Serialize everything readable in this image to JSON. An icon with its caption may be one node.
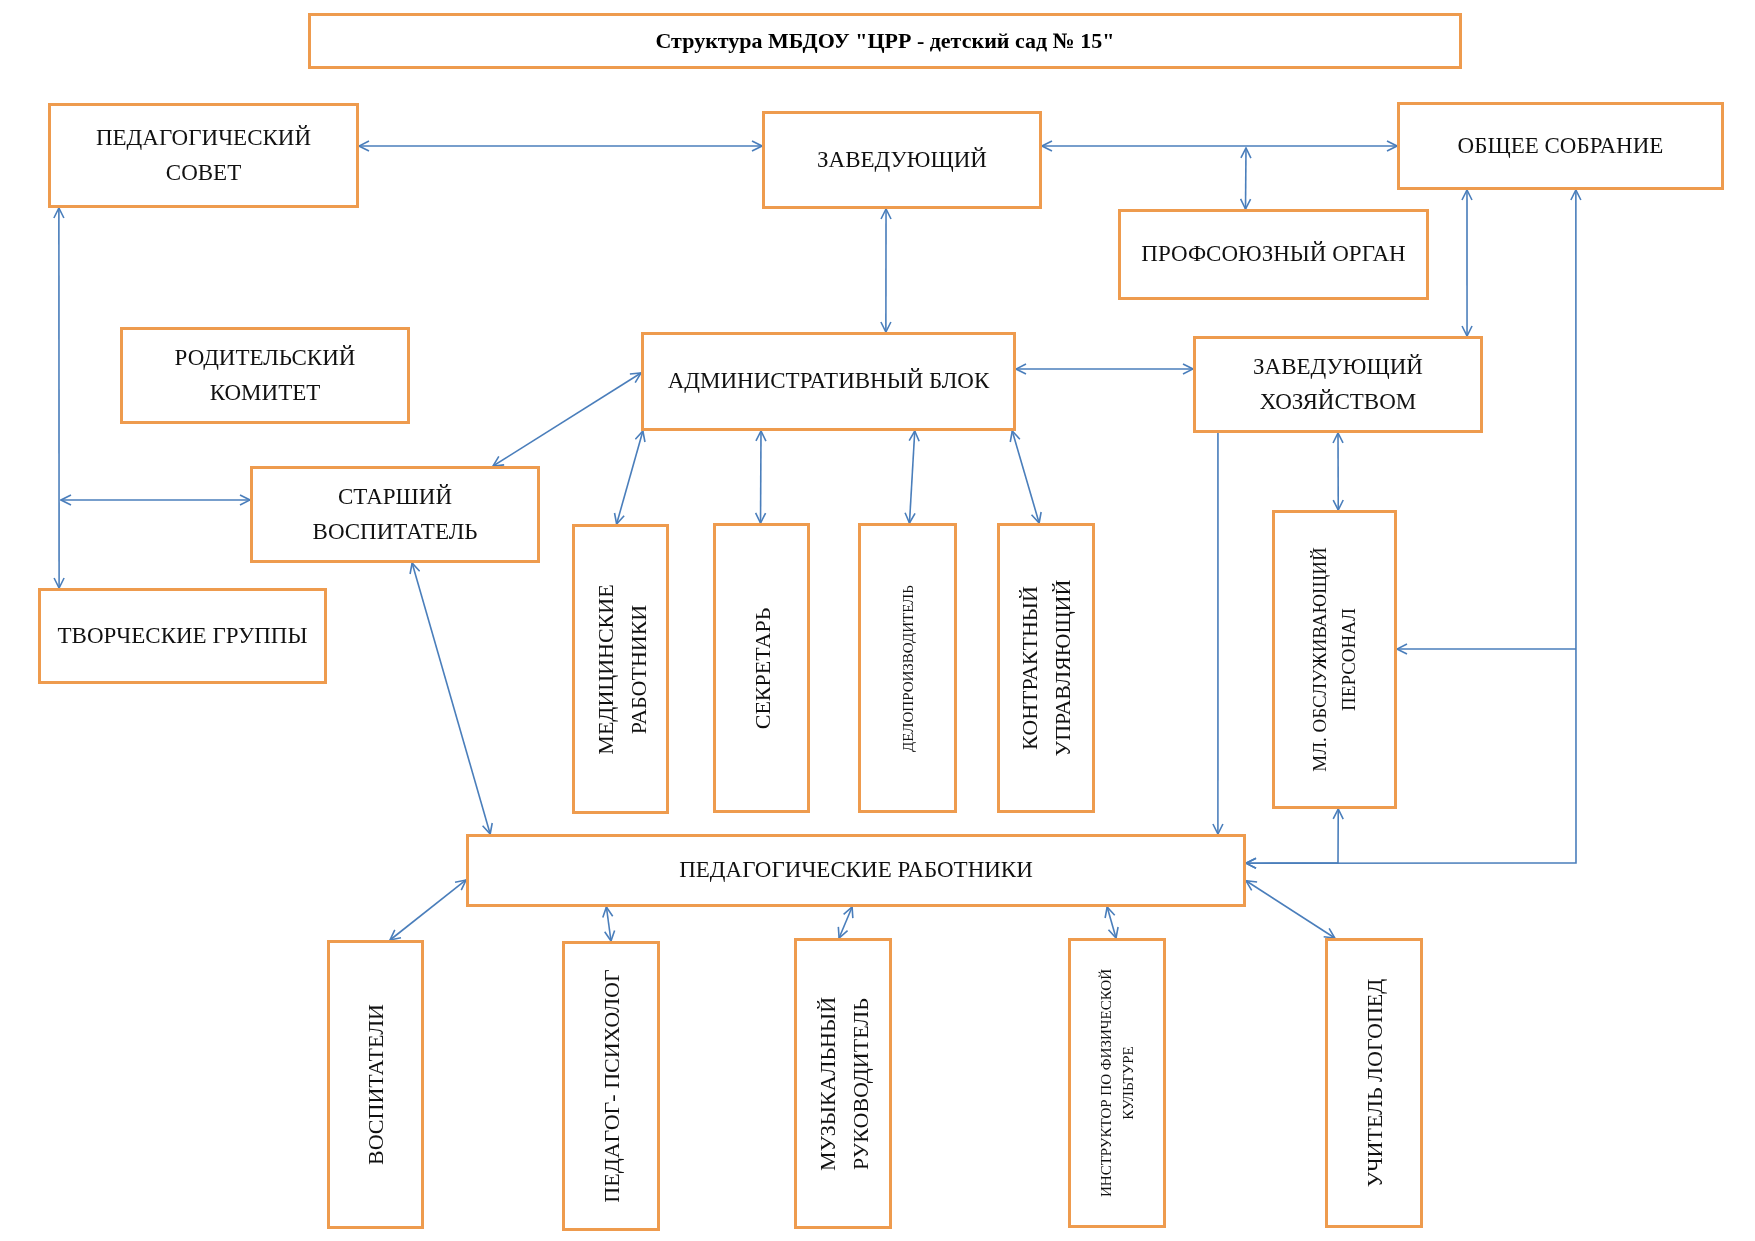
{
  "diagram": {
    "title": "Структура МБДОУ \"ЦРР - детский сад № 15\"",
    "nodes": [
      {
        "text": [
          "ПЕДАГОГИЧЕСКИЙ СОВЕТ"
        ]
      },
      {
        "text": [
          "ЗАВЕДУЮЩИЙ"
        ]
      },
      {
        "text": [
          "ОБЩЕЕ СОБРАНИЕ"
        ]
      },
      {
        "text": [
          "ПРОФСОЮЗНЫЙ ОРГАН"
        ]
      },
      {
        "text": [
          "РОДИТЕЛЬСКИЙ КОМИТЕТ"
        ]
      },
      {
        "text": [
          "АДМИНИСТРАТИВНЫЙ БЛОК"
        ]
      },
      {
        "text": [
          "ЗАВЕДУЮЩИЙ ХОЗЯЙСТВОМ"
        ]
      },
      {
        "text": [
          "СТАРШИЙ ВОСПИТАТЕЛЬ"
        ]
      },
      {
        "text": [
          "ТВОРЧЕСКИЕ ГРУППЫ"
        ]
      },
      {
        "text": [
          "МЕДИЦИНСКИЕ РАБОТНИКИ"
        ]
      },
      {
        "text": [
          "СЕКРЕТАРЬ"
        ]
      },
      {
        "text": [
          "ДЕЛОПРОИЗВОДИТЕЛЬ"
        ]
      },
      {
        "text": [
          "КОНТРАКТНЫЙ УПРАВЛЯЮЩИЙ"
        ]
      },
      {
        "text": [
          "МЛ. ОБСЛУЖИВАЮЩИЙ ПЕРСОНАЛ"
        ]
      },
      {
        "text": [
          "ПЕДАГОГИЧЕСКИЕ РАБОТНИКИ"
        ]
      },
      {
        "text": [
          "ВОСПИТАТЕЛИ"
        ]
      },
      {
        "text": [
          "ПЕДАГОГ- ПСИХОЛОГ"
        ]
      },
      {
        "text": [
          "МУЗЫКАЛЬНЫЙ РУКОВОДИТЕЛЬ"
        ]
      },
      {
        "text": [
          "ИНСТРУКТОР ПО ФИЗИЧЕСКОЙ КУЛЬТУРЕ"
        ]
      },
      {
        "text": [
          "УЧИТЕЛЬ ЛОГОПЕД"
        ]
      }
    ],
    "edges": [
      {
        "from": 0,
        "to": 1,
        "arrow": "both"
      },
      {
        "from": 1,
        "to": 2,
        "arrow": "both"
      },
      {
        "from": null,
        "to": 3,
        "arrow": "both"
      },
      {
        "from": 1,
        "to": 5,
        "arrow": "both"
      },
      {
        "from": 2,
        "to": 6,
        "arrow": "both"
      },
      {
        "from": 5,
        "to": 6,
        "arrow": "both"
      },
      {
        "from": 5,
        "to": 7,
        "arrow": "both"
      },
      {
        "from": 0,
        "to": 8,
        "arrow": "both"
      },
      {
        "from": null,
        "to": 7,
        "arrow": "both"
      },
      {
        "from": 5,
        "to": 9,
        "arrow": "both"
      },
      {
        "from": 5,
        "to": 10,
        "arrow": "both"
      },
      {
        "from": 5,
        "to": 11,
        "arrow": "both"
      },
      {
        "from": 5,
        "to": 12,
        "arrow": "both"
      },
      {
        "from": 6,
        "to": 13,
        "arrow": "both"
      },
      {
        "from": 6,
        "to": 14,
        "arrow": "to"
      },
      {
        "from": 13,
        "to": 14,
        "arrow": "both"
      },
      {
        "from": 2,
        "to": 14,
        "arrow": "both"
      },
      {
        "from": null,
        "to": 13,
        "arrow": "to"
      },
      {
        "from": 7,
        "to": 14,
        "arrow": "both"
      },
      {
        "from": 14,
        "to": 15,
        "arrow": "both"
      },
      {
        "from": 14,
        "to": 16,
        "arrow": "both"
      },
      {
        "from": 14,
        "to": 17,
        "arrow": "both"
      },
      {
        "from": 14,
        "to": 18,
        "arrow": "both"
      },
      {
        "from": 14,
        "to": 19,
        "arrow": "both"
      }
    ]
  }
}
